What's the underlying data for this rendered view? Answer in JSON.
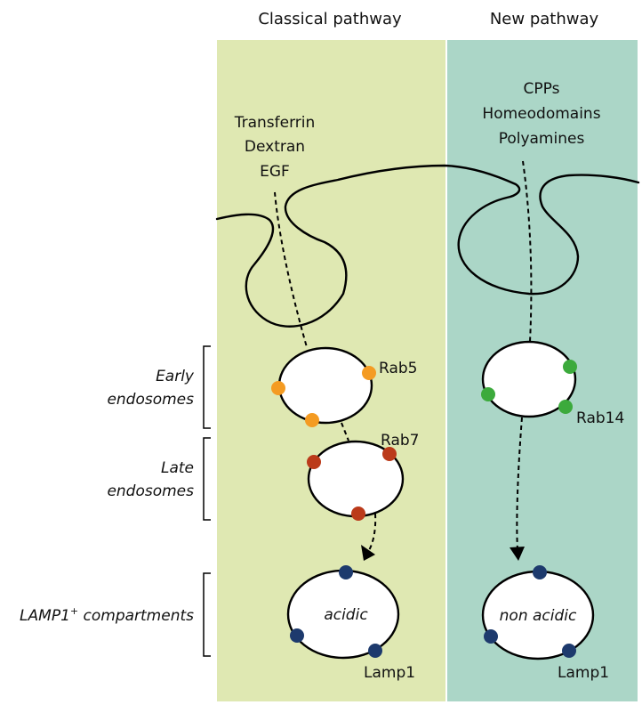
{
  "colors": {
    "classical_panel": "#dfe8b2",
    "new_panel": "#abd6c7",
    "rab5": "#f49b22",
    "rab7": "#bb3a1a",
    "rab14": "#3caa3c",
    "lamp1": "#1d3a6d"
  },
  "headers": {
    "classical": "Classical pathway",
    "new": "New pathway"
  },
  "cargo": {
    "classical": [
      "Transferrin",
      "Dextran",
      "EGF"
    ],
    "new": [
      "CPPs",
      "Homeodomains",
      "Polyamines"
    ]
  },
  "compartment_labels": {
    "early": [
      "Early",
      "endosomes"
    ],
    "late": [
      "Late",
      "endosomes"
    ],
    "lamp1_prefix": "LAMP1",
    "lamp1_sup": "+",
    "lamp1_suffix": " compartments"
  },
  "markers": {
    "rab5": "Rab5",
    "rab7": "Rab7",
    "rab14": "Rab14",
    "lamp1_classical": "Lamp1",
    "lamp1_new": "Lamp1"
  },
  "vesicle_text": {
    "acidic": "acidic",
    "non_acidic": "non acidic"
  }
}
